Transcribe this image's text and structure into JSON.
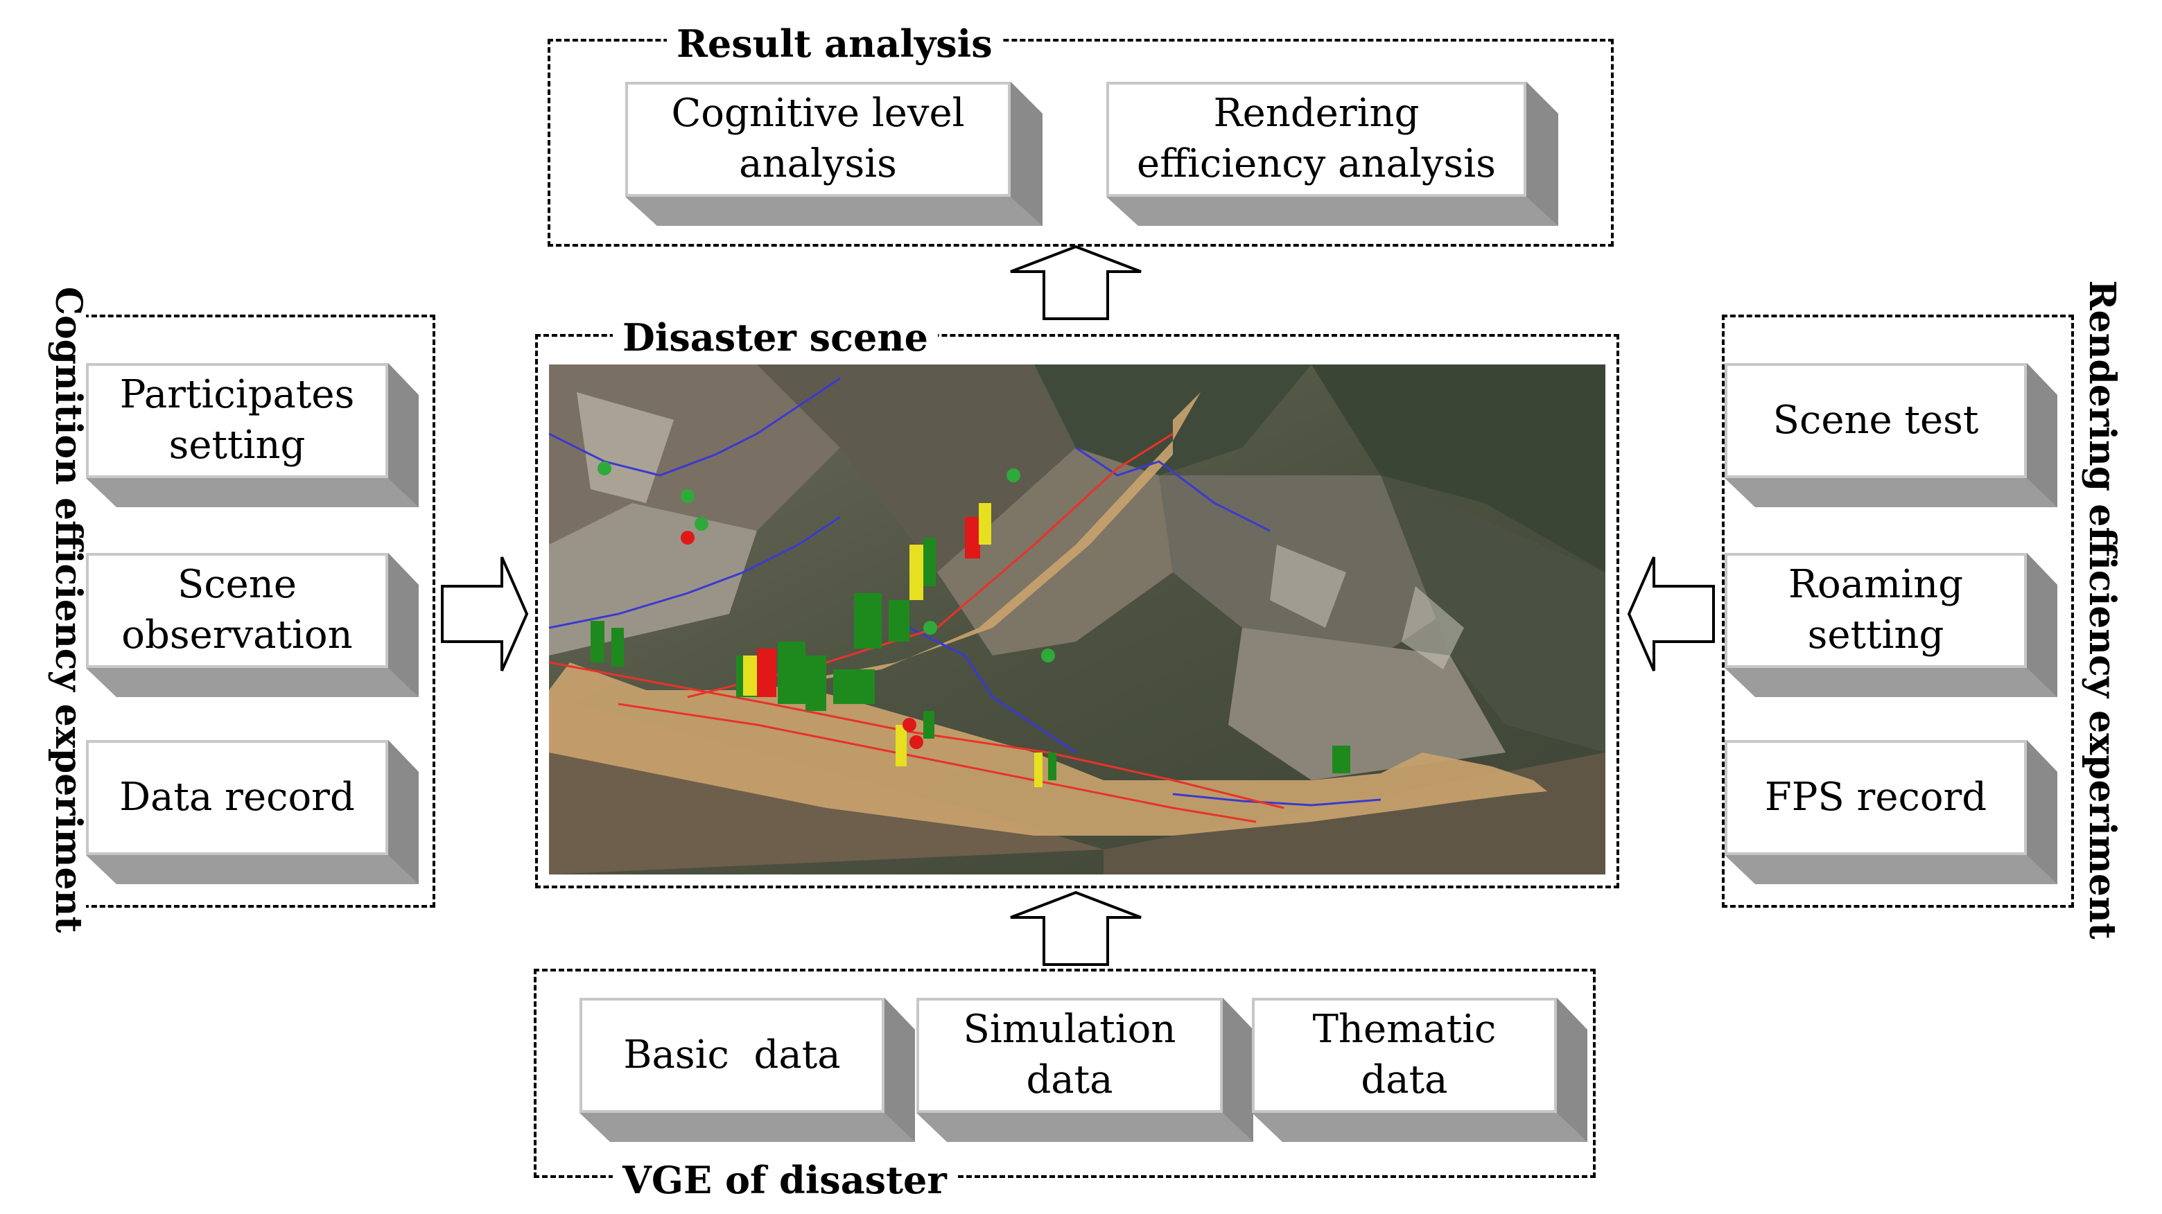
{
  "groups": {
    "result": {
      "title": "Result analysis",
      "boxes": [
        "Cognitive level\nanalysis",
        "Rendering\nefficiency analysis"
      ]
    },
    "scene": {
      "title": "Disaster scene"
    },
    "cognition": {
      "title": "Cognition efficiency experiment",
      "boxes": [
        "Participates\nsetting",
        "Scene\nobservation",
        "Data record"
      ]
    },
    "rendering": {
      "title": "Rendering efficiency experiment",
      "boxes": [
        "Scene test",
        "Roaming\nsetting",
        "FPS record"
      ]
    },
    "vge": {
      "title": "VGE of disaster",
      "boxes": [
        "Basic  data",
        "Simulation\ndata",
        "Thematic\ndata"
      ]
    }
  },
  "colors": {
    "box_border": "#c7c7c7",
    "box_shade": "#9c9c9c",
    "box_shade_dark": "#8a8a8a",
    "dash": "#000000",
    "terrain": "#4a4f3e",
    "debris": "#c8a26d",
    "building_green": "#1e8a1e",
    "building_yellow": "#e6e020",
    "building_red": "#e01818",
    "road": "#e8332a",
    "river": "#3a3ad0"
  }
}
